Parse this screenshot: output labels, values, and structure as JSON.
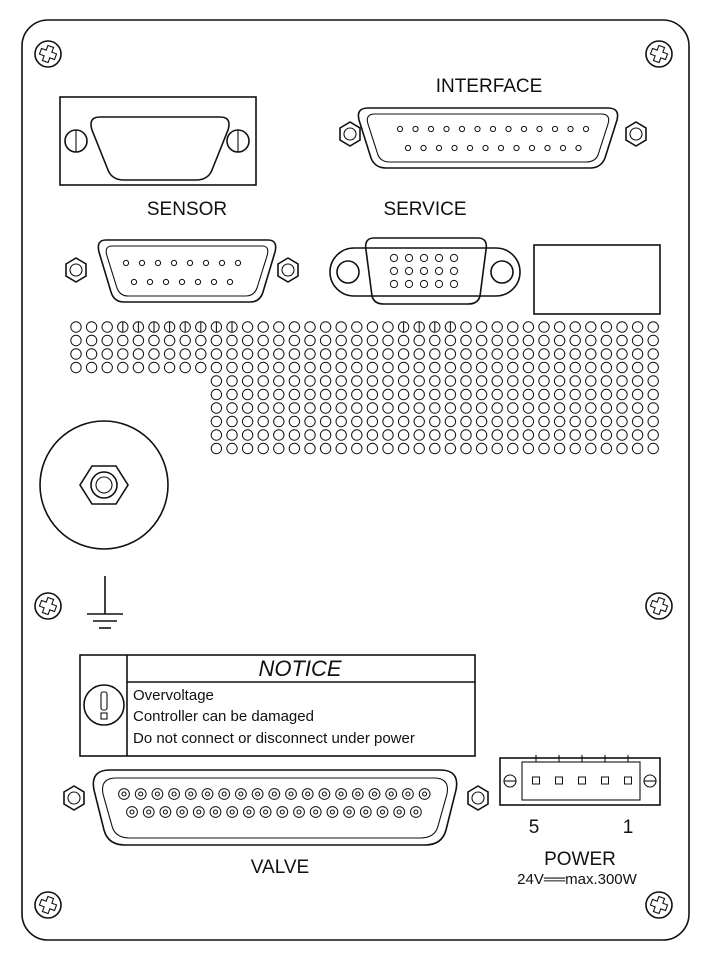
{
  "labels": {
    "interface": "INTERFACE",
    "sensor": "SENSOR",
    "service": "SERVICE",
    "valve": "VALVE",
    "power": "POWER",
    "power_rating": "24V══max.300W",
    "pin_5": "5",
    "pin_1": "1"
  },
  "notice": {
    "title": "NOTICE",
    "lines": [
      "Overvoltage",
      "Controller can be damaged",
      "Do not connect or disconnect under power"
    ]
  },
  "icons": [
    "screw-icon",
    "ground-symbol-icon",
    "knob-icon",
    "fan-vent-grille",
    "notice-bulb-icon"
  ],
  "colors": {
    "line": "#111111",
    "background": "#ffffff"
  }
}
